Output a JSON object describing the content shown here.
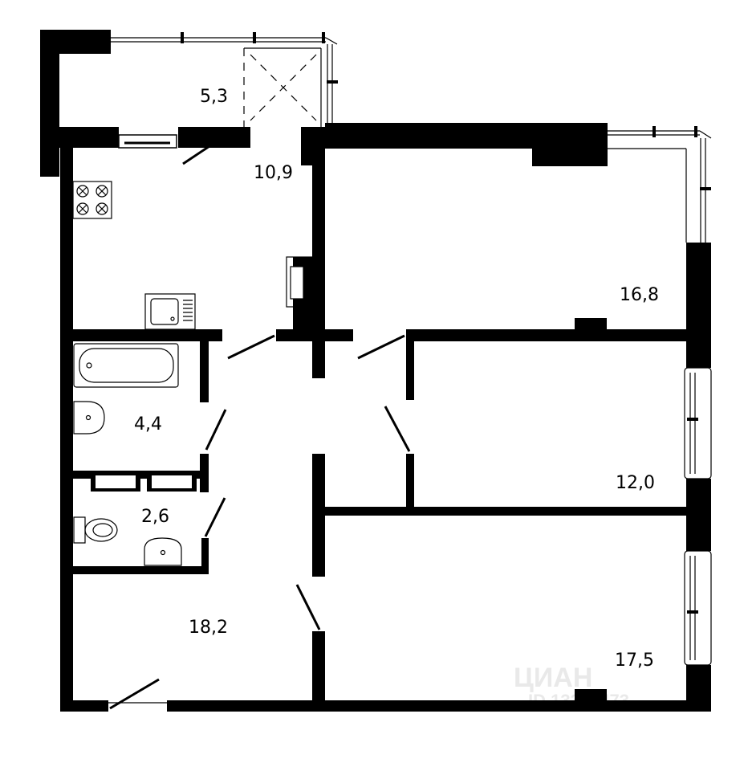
{
  "plan": {
    "rooms": [
      {
        "id": "balcony",
        "area": "5,3"
      },
      {
        "id": "kitchen",
        "area": "10,9"
      },
      {
        "id": "living-room",
        "area": "16,8"
      },
      {
        "id": "bathroom",
        "area": "4,4"
      },
      {
        "id": "bedroom-1",
        "area": "12,0"
      },
      {
        "id": "toilet",
        "area": "2,6"
      },
      {
        "id": "hallway",
        "area": "18,2"
      },
      {
        "id": "bedroom-2",
        "area": "17,5"
      }
    ],
    "watermark": {
      "brand": "ЦИАН",
      "id_text": "ID 13382473"
    },
    "colors": {
      "wall": "#000000",
      "line": "#000000",
      "background": "#ffffff",
      "watermark": "#e9e9e9"
    }
  }
}
